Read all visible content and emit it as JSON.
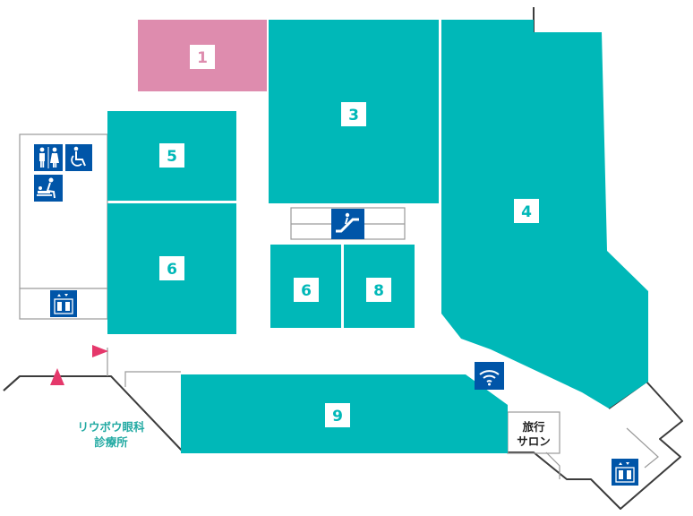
{
  "floor_map": {
    "shops": [
      {
        "id": "1",
        "label": "1",
        "category": "highlighted"
      },
      {
        "id": "3",
        "label": "3",
        "category": "shop"
      },
      {
        "id": "4",
        "label": "4",
        "category": "shop"
      },
      {
        "id": "5",
        "label": "5",
        "category": "shop"
      },
      {
        "id": "6a",
        "label": "6",
        "category": "shop"
      },
      {
        "id": "6b",
        "label": "6",
        "category": "shop"
      },
      {
        "id": "8",
        "label": "8",
        "category": "shop"
      },
      {
        "id": "9",
        "label": "9",
        "category": "shop"
      }
    ],
    "facilities": {
      "ryubo_clinic": {
        "line1": "リウボウ眼科",
        "line2": "診療所"
      },
      "travel_salon": {
        "line1": "旅行",
        "line2": "サロン"
      }
    },
    "icons": [
      "restroom-icon",
      "accessible-restroom-icon",
      "baby-care-icon",
      "elevator-icon",
      "escalator-icon",
      "wifi-icon",
      "entrance-arrow-icon"
    ],
    "colors": {
      "shop": "#00b8b8",
      "highlighted": "#de8cae",
      "icon_bg": "#0055a8",
      "entrance": "#e5386b",
      "outline": "#3c3c3c",
      "clinic_text": "#23aaa3",
      "label_bg": "#ffffff"
    }
  }
}
